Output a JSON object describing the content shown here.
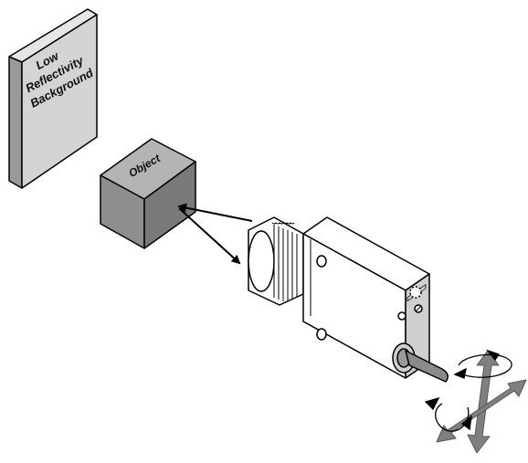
{
  "background_panel": {
    "label_lines": [
      "Low",
      "Reflectivity",
      "Background"
    ]
  },
  "object_cube": {
    "label": "Object"
  },
  "colors": {
    "outline": "#000000",
    "panel_front": "#d4d4d4",
    "panel_side": "#9a9a9a",
    "cube_front": "#8e8e8e",
    "cube_top": "#b4b4b4",
    "cube_side": "#7a7a7a",
    "sensor_body": "#ffffff",
    "sensor_face": "#cfcfcf",
    "arrow_gray": "#808080"
  },
  "icons": [
    "light-beam-arrow",
    "reflected-beam-arrow",
    "adjustment-cross-arrows-icon",
    "rotation-arrows-icon"
  ]
}
